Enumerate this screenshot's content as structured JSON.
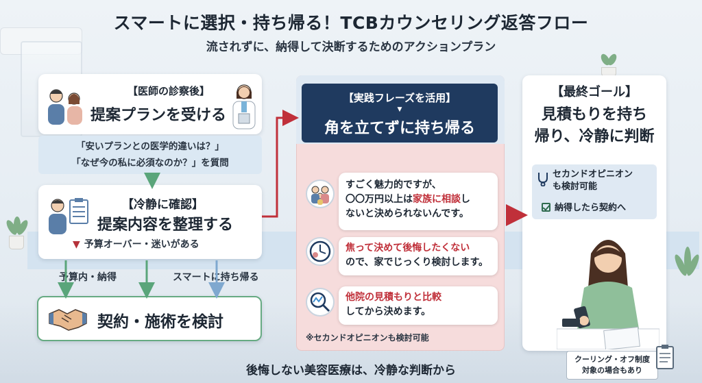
{
  "title": "スマートに選択・持ち帰る！TCBカウンセリング返答フロー",
  "subtitle": "流されずに、納得して決断するためのアクションプラン",
  "step1": {
    "heading": "【医師の診察後】",
    "main": "提案プランを受ける",
    "question_line1": "「安いプランとの医学的違いは？」",
    "question_line2": "「なぜ今の私に必須なのか？」を質問"
  },
  "step2": {
    "heading": "【冷静に確認】",
    "main": "提案内容を整理する",
    "warning": "予算オーバー・迷いがある"
  },
  "branch": {
    "budget_ok": "予算内・納得",
    "smart_takeaway": "スマートに持ち帰る"
  },
  "step3": {
    "main": "契約・施術を検討"
  },
  "middle": {
    "heading": "【実践フレーズを活用】",
    "main": "角を立てずに持ち帰る",
    "phrase1_a": "すごく魅力的ですが、",
    "phrase1_b": "〇〇万円以上は",
    "phrase1_red": "家族に相談",
    "phrase1_c": "し",
    "phrase1_d": "ないと決められないんです。",
    "phrase2_red": "焦って決めて後悔したくない",
    "phrase2_b": "ので、家でじっくり検討します。",
    "phrase3_red": "他院の見積もりと比較",
    "phrase3_b": "してから決めます。",
    "note": "※セカンドオピニオンも検討可能"
  },
  "right": {
    "heading": "【最終ゴール】",
    "main_line1": "見積もりを持ち",
    "main_line2": "帰り、冷静に判断",
    "item1_line1": "セカンドオピニオン",
    "item1_line2": "も検討可能",
    "item2": "納得したら契約へ",
    "note_line1": "クーリング・オフ制度",
    "note_line2": "対象の場合もあり"
  },
  "footer": "後悔しない美容医療は、冷静な判断から",
  "colors": {
    "navy": "#1f3a5f",
    "accent_red": "#c0303a",
    "green_arrow": "#5aa57a",
    "blue_arrow": "#7fa8cf",
    "pink_panel": "#f6dcdc"
  }
}
